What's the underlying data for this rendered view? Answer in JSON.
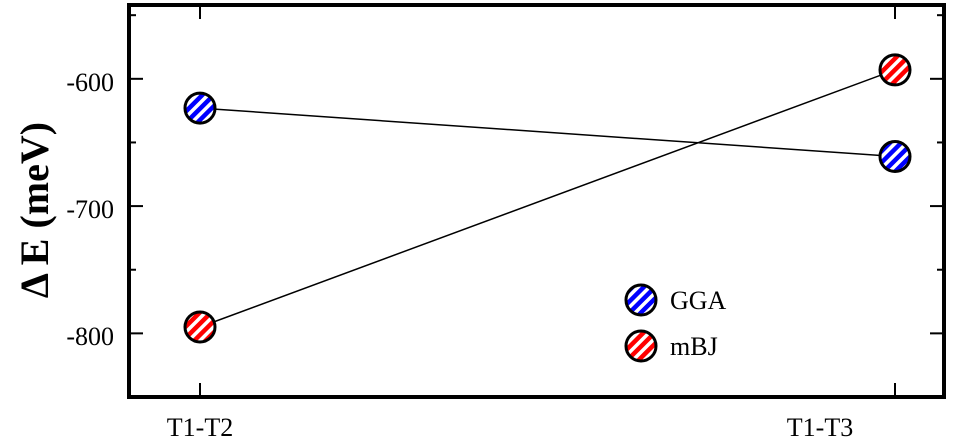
{
  "chart_data": {
    "type": "line",
    "categories": [
      "T1-T2",
      "T1-T3"
    ],
    "ylabel": "Δ E  (meV)",
    "ylim": [
      -850,
      -542
    ],
    "yticks": [
      -800,
      -700,
      -600
    ],
    "ytick_labels": [
      "-800",
      "-700",
      "-600"
    ],
    "grid": false,
    "legend_position": "bottom-right",
    "series": [
      {
        "name": "GGA",
        "values": [
          -623,
          -661
        ],
        "color": "#0000ff",
        "marker": "striped-circle"
      },
      {
        "name": "mBJ",
        "values": [
          -795,
          -593
        ],
        "color": "#ff0000",
        "marker": "striped-circle"
      }
    ]
  }
}
